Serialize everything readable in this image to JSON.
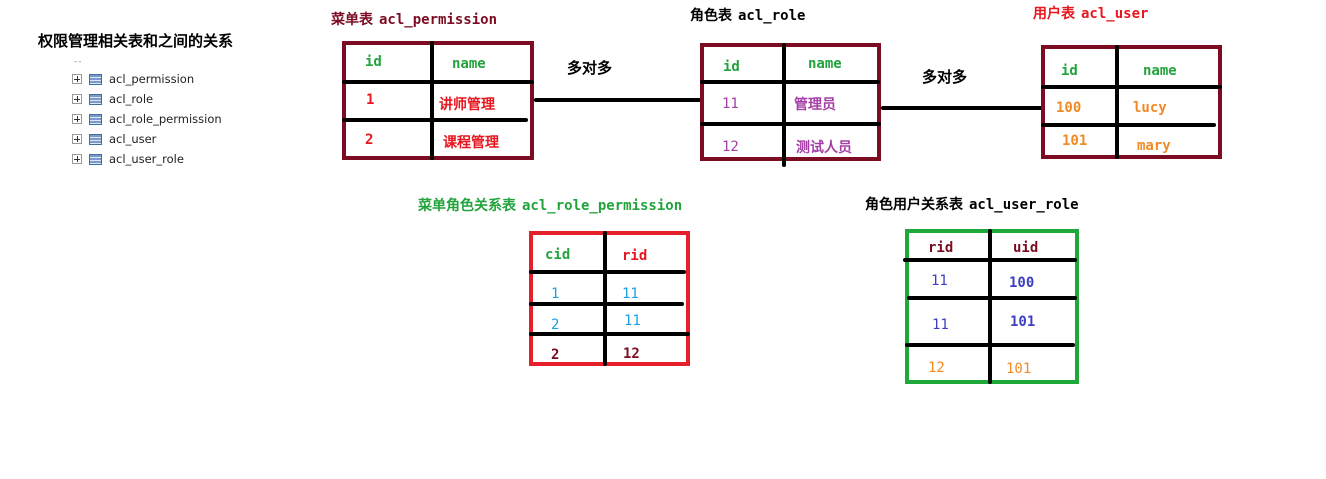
{
  "tree": {
    "title": "权限管理相关表和之间的关系",
    "dots": "--",
    "items": [
      "acl_permission",
      "acl_role",
      "acl_role_permission",
      "acl_user",
      "acl_user_role"
    ]
  },
  "tables": {
    "permission": {
      "title_cn": "菜单表",
      "title_name": "acl_permission",
      "headers": [
        "id",
        "name"
      ],
      "rows": [
        [
          "1",
          "讲师管理"
        ],
        [
          "2",
          "课程管理"
        ]
      ]
    },
    "role": {
      "title_cn": "角色表",
      "title_name": "acl_role",
      "headers": [
        "id",
        "name"
      ],
      "rows": [
        [
          "11",
          "管理员"
        ],
        [
          "12",
          "测试人员"
        ]
      ]
    },
    "user": {
      "title_cn": "用户表",
      "title_name": "acl_user",
      "headers": [
        "id",
        "name"
      ],
      "rows": [
        [
          "100",
          "lucy"
        ],
        [
          "101",
          "mary"
        ]
      ]
    },
    "role_permission": {
      "title_cn": "菜单角色关系表",
      "title_name": "acl_role_permission",
      "headers": [
        "cid",
        "rid"
      ],
      "rows": [
        [
          "1",
          "11"
        ],
        [
          "2",
          "11"
        ],
        [
          "2",
          "12"
        ]
      ]
    },
    "user_role": {
      "title_cn": "角色用户关系表",
      "title_name": "acl_user_role",
      "headers": [
        "rid",
        "uid"
      ],
      "rows": [
        [
          "11",
          "100"
        ],
        [
          "11",
          "101"
        ],
        [
          "12",
          "101"
        ]
      ]
    }
  },
  "relations": {
    "permission_role": "多对多",
    "role_user": "多对多"
  },
  "colors": {
    "maroon": "#7b0c22",
    "red_text": "#e8161e",
    "green": "#22a33c",
    "purple": "#a33fa5",
    "orange": "#f28a24",
    "cyan": "#1c9fe0",
    "blue": "#3c3fc2",
    "red_border": "#e5202a",
    "green_border": "#1ea83a"
  }
}
